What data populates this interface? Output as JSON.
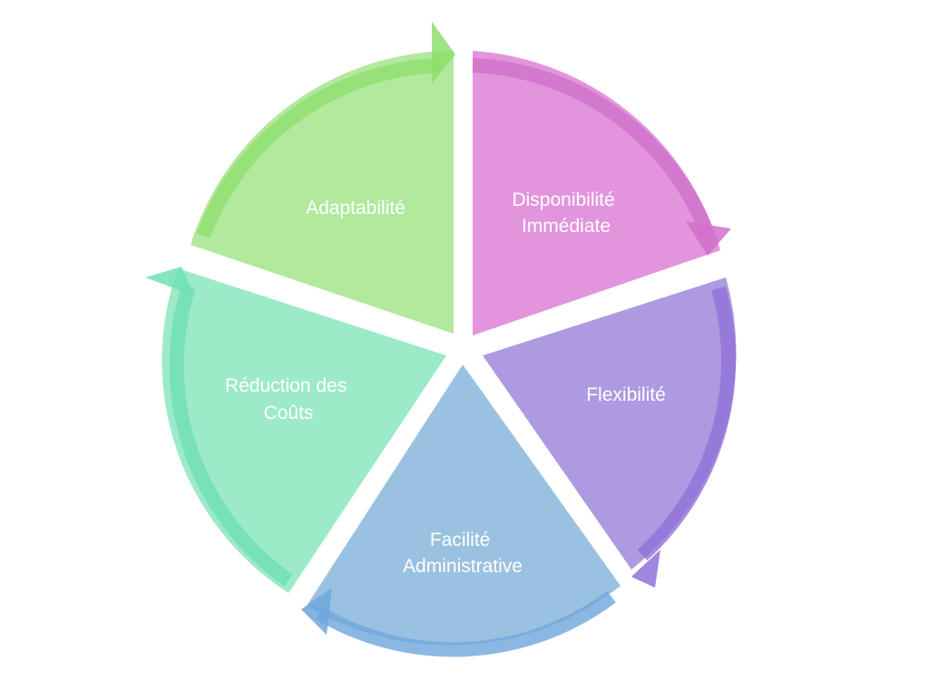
{
  "diagram": {
    "type": "cycle",
    "segments": [
      {
        "line1": "Disponibilité",
        "line2": "Immédiate",
        "color": "#e08fdb",
        "edge": "#d070cc"
      },
      {
        "line1": "Flexibilité",
        "line2": "",
        "color": "#a995df",
        "edge": "#9070d8"
      },
      {
        "line1": "Facilité",
        "line2": "Administrative",
        "color": "#96bede",
        "edge": "#6ea6dc"
      },
      {
        "line1": "Réduction des",
        "line2": "Coûts",
        "color": "#98e9c6",
        "edge": "#6ee0b4"
      },
      {
        "line1": "Adaptabilité",
        "line2": "",
        "color": "#aee898",
        "edge": "#8ede6f"
      }
    ]
  }
}
